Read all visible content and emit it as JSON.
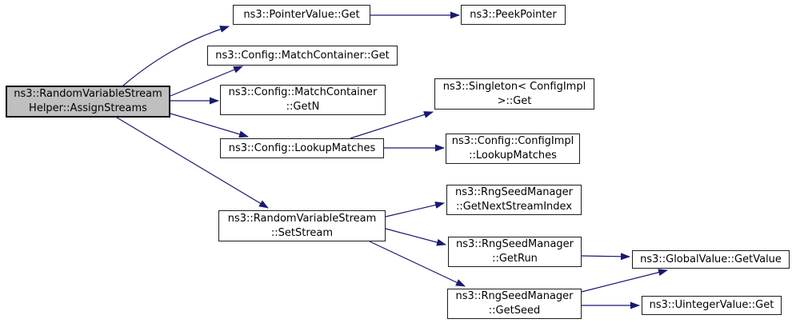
{
  "diagram": {
    "type": "call-graph",
    "colors": {
      "edge": "#191970",
      "node_fill": "#ffffff",
      "node_border": "#1c1c1c",
      "focus_node_fill": "#bfbfbf",
      "focus_node_border": "#000000"
    },
    "nodes": {
      "assign_streams": {
        "label": "ns3::RandomVariableStream\nHelper::AssignStreams",
        "focused": true
      },
      "pointer_get": {
        "label": "ns3::PointerValue::Get"
      },
      "peek_pointer": {
        "label": "ns3::PeekPointer"
      },
      "match_get": {
        "label": "ns3::Config::MatchContainer::Get"
      },
      "match_getn": {
        "label": "ns3::Config::MatchContainer\n::GetN"
      },
      "lookup_matches": {
        "label": "ns3::Config::LookupMatches"
      },
      "singleton_get": {
        "label": "ns3::Singleton< ConfigImpl\n>::Get"
      },
      "configimpl_lookup": {
        "label": "ns3::Config::ConfigImpl\n::LookupMatches"
      },
      "set_stream": {
        "label": "ns3::RandomVariableStream\n::SetStream"
      },
      "get_next_stream_index": {
        "label": "ns3::RngSeedManager\n::GetNextStreamIndex"
      },
      "get_run": {
        "label": "ns3::RngSeedManager\n::GetRun"
      },
      "get_seed": {
        "label": "ns3::RngSeedManager\n::GetSeed"
      },
      "global_get_value": {
        "label": "ns3::GlobalValue::GetValue"
      },
      "uinteger_get": {
        "label": "ns3::UintegerValue::Get"
      }
    },
    "edges": [
      {
        "from": "assign_streams",
        "to": "pointer_get"
      },
      {
        "from": "assign_streams",
        "to": "match_get"
      },
      {
        "from": "assign_streams",
        "to": "match_getn"
      },
      {
        "from": "assign_streams",
        "to": "lookup_matches"
      },
      {
        "from": "assign_streams",
        "to": "set_stream"
      },
      {
        "from": "pointer_get",
        "to": "peek_pointer"
      },
      {
        "from": "lookup_matches",
        "to": "singleton_get"
      },
      {
        "from": "lookup_matches",
        "to": "configimpl_lookup"
      },
      {
        "from": "set_stream",
        "to": "get_next_stream_index"
      },
      {
        "from": "set_stream",
        "to": "get_run"
      },
      {
        "from": "set_stream",
        "to": "get_seed"
      },
      {
        "from": "get_run",
        "to": "global_get_value"
      },
      {
        "from": "get_seed",
        "to": "global_get_value"
      },
      {
        "from": "get_seed",
        "to": "uinteger_get"
      }
    ]
  }
}
